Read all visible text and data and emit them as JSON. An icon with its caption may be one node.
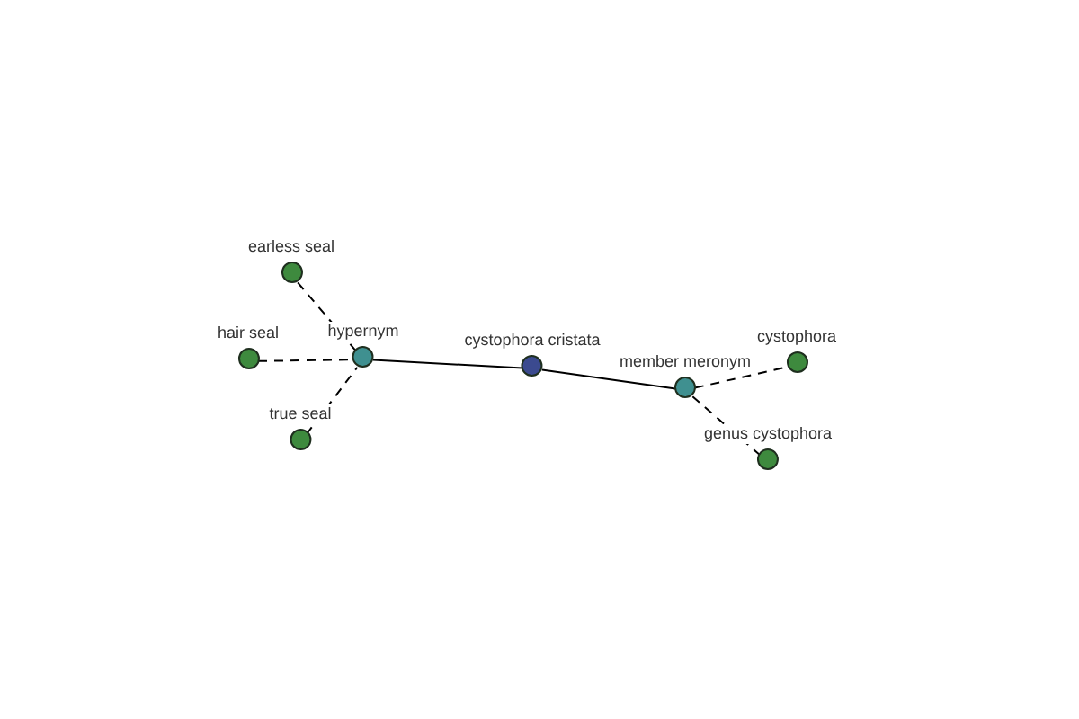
{
  "diagram": {
    "nodes": [
      {
        "text": [
          "cystophora cristata"
        ]
      },
      {
        "text": [
          "hypernym"
        ]
      },
      {
        "text": [
          "member meronym"
        ]
      },
      {
        "text": [
          "earless seal"
        ]
      },
      {
        "text": [
          "hair seal"
        ]
      },
      {
        "text": [
          "true seal"
        ]
      },
      {
        "text": [
          "cystophora"
        ]
      },
      {
        "text": [
          "genus cystophora"
        ]
      }
    ],
    "edges": [
      {
        "from": 1,
        "to": 0,
        "arrow": "none"
      },
      {
        "from": 0,
        "to": 2,
        "arrow": "none"
      },
      {
        "from": 3,
        "to": 1,
        "arrow": "none",
        "style": "dashed"
      },
      {
        "from": 4,
        "to": 1,
        "arrow": "none",
        "style": "dashed"
      },
      {
        "from": 5,
        "to": 1,
        "arrow": "none",
        "style": "dashed"
      },
      {
        "from": 2,
        "to": 6,
        "arrow": "none",
        "style": "dashed"
      },
      {
        "from": 2,
        "to": 7,
        "arrow": "none",
        "style": "dashed"
      }
    ]
  }
}
